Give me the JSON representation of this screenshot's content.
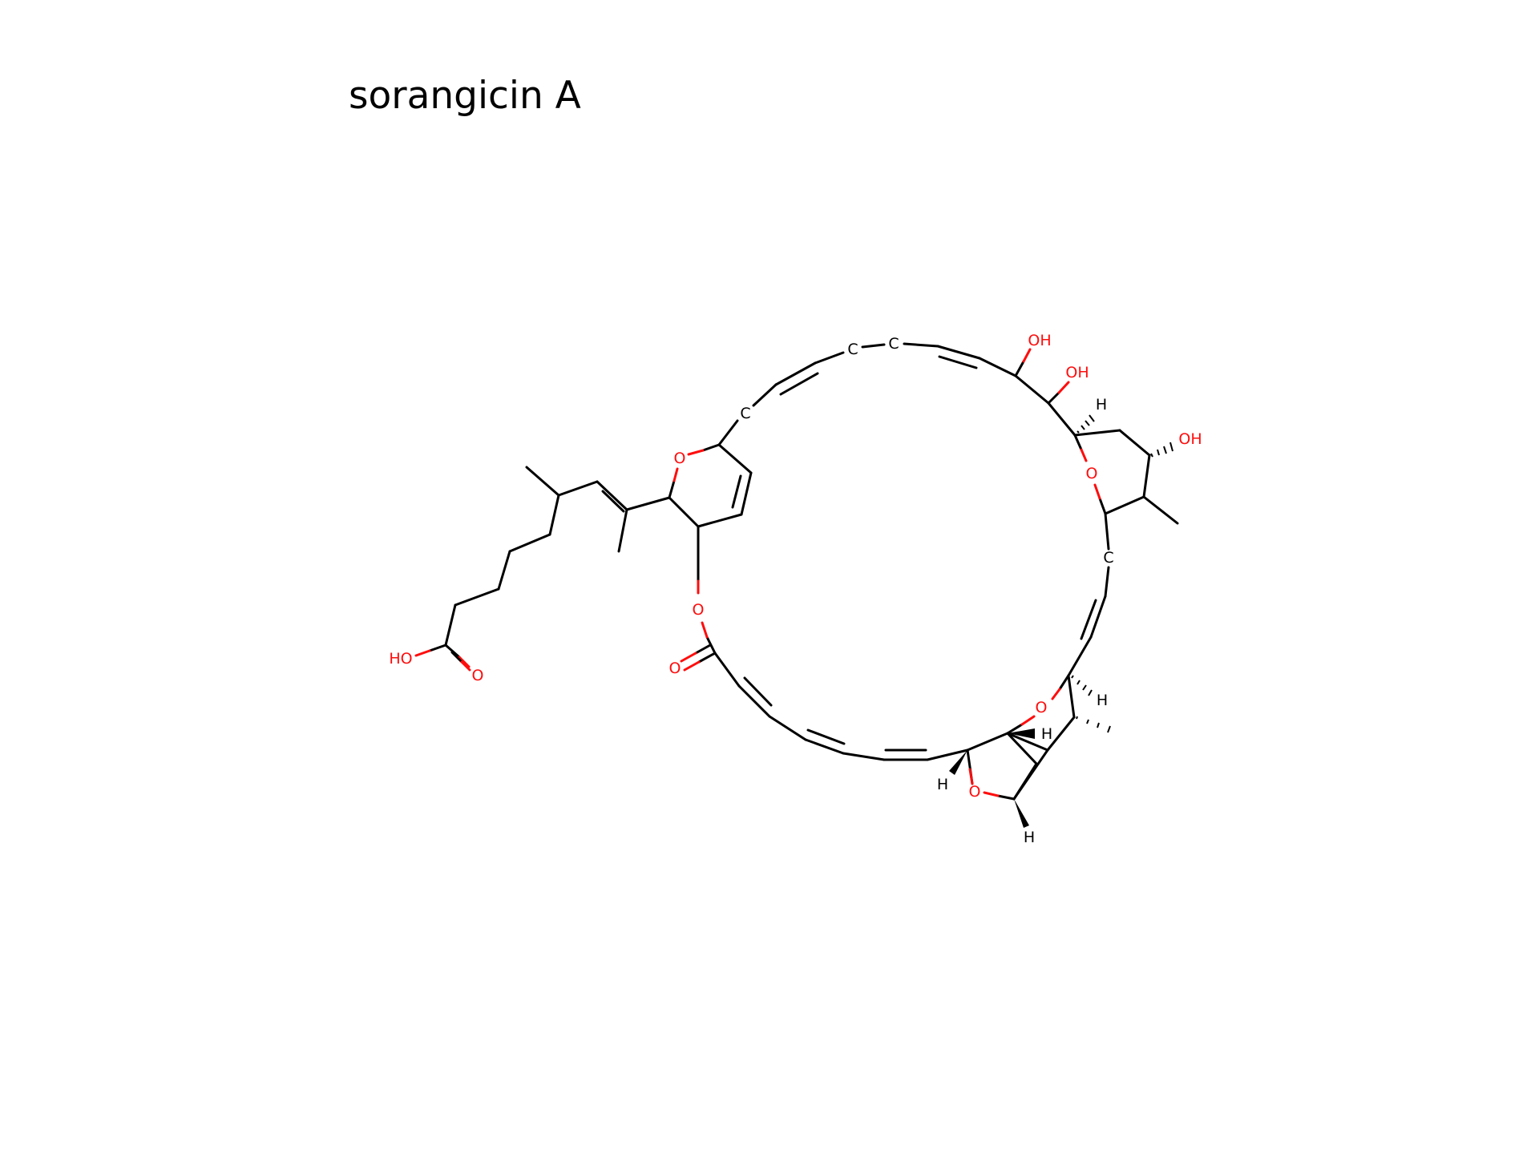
{
  "title": "sorangicin A",
  "atom_labels": {
    "c_chain_1": "C",
    "c_chain_2": "C",
    "c_chain_3": "C",
    "c_chain_4": "C",
    "oh_top_1": "OH",
    "oh_top_2": "OH",
    "oh_right": "OH",
    "o_pyran_left": "O",
    "o_ester": "O",
    "o_carbonyl_ester": "O",
    "ho_acid": "HO",
    "o_acid": "O",
    "o_pyran_right": "O",
    "o_bicyclic_top": "O",
    "o_bicyclic_bottom": "O",
    "h_pyran_right": "H",
    "h_bicyclic_1": "H",
    "h_bicyclic_2": "H",
    "h_bicyclic_3": "H",
    "h_bicyclic_4": "H"
  },
  "colors": {
    "carbon": "#000000",
    "oxygen": "#ff0d0d",
    "background": "#ffffff"
  }
}
